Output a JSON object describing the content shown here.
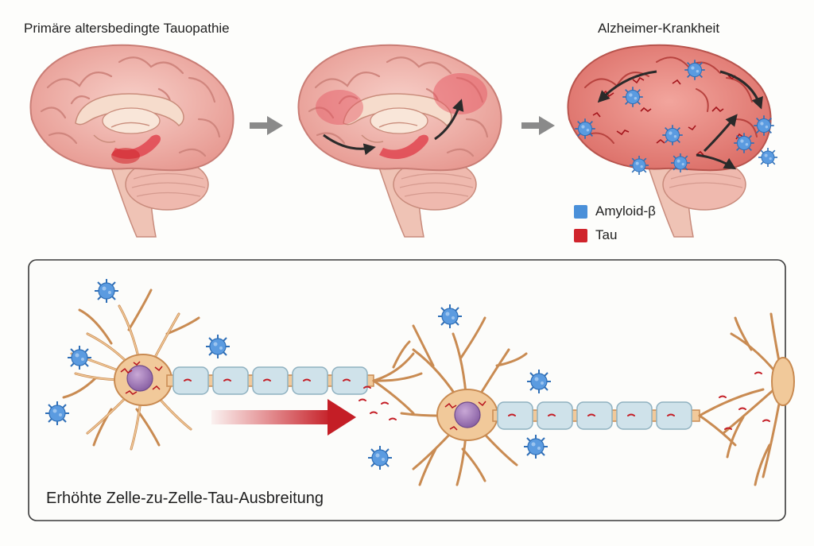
{
  "titles": {
    "left": "Primäre altersbedingte Tauopathie",
    "right": "Alzheimer-Krankheit"
  },
  "legend": [
    {
      "label": "Amyloid-β",
      "color": "#4a90d9"
    },
    {
      "label": "Tau",
      "color": "#d0242c"
    }
  ],
  "panel": {
    "caption": "Erhöhte Zelle-zu-Zelle-Tau-Ausbreitung"
  },
  "colors": {
    "brain": "#f2b4ad",
    "brain_outline": "#cf7f78",
    "tau": "#d0242c",
    "amyloid": "#4a90d9",
    "neuron": "#f1c99a",
    "neuron_outline": "#c98b52",
    "myelin": "#cfe2ea",
    "arrow_grey": "#8a8a8a"
  },
  "icons": {
    "process_arrow": "right-arrow-icon",
    "amyloid_plaque": "amyloid-plaque-icon"
  }
}
